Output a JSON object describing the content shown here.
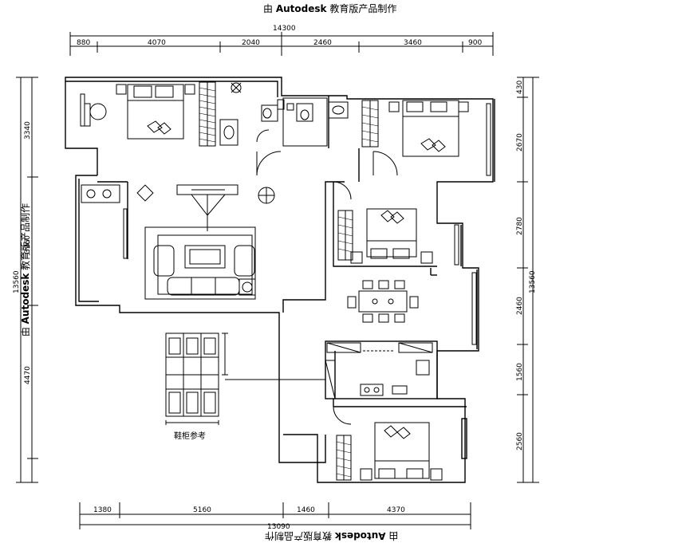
{
  "watermark": {
    "prefix": "由 ",
    "brand": "Autodesk",
    "suffix": " 教育版产品制作"
  },
  "dimensions": {
    "top_total": "14300",
    "top": [
      "880",
      "4070",
      "2040",
      "2460",
      "3460",
      "900"
    ],
    "bottom": [
      "1380",
      "5160",
      "1460",
      "4370"
    ],
    "bottom_total": "13090",
    "left": [
      "3340",
      "3960",
      "4470",
      "13560"
    ],
    "right": [
      "430",
      "2670",
      "2780",
      "2460",
      "1560",
      "2560",
      "13560"
    ]
  },
  "labels": {
    "shoe_cabinet": "鞋柜参考"
  },
  "colors": {
    "line": "#000000",
    "background": "#ffffff"
  }
}
